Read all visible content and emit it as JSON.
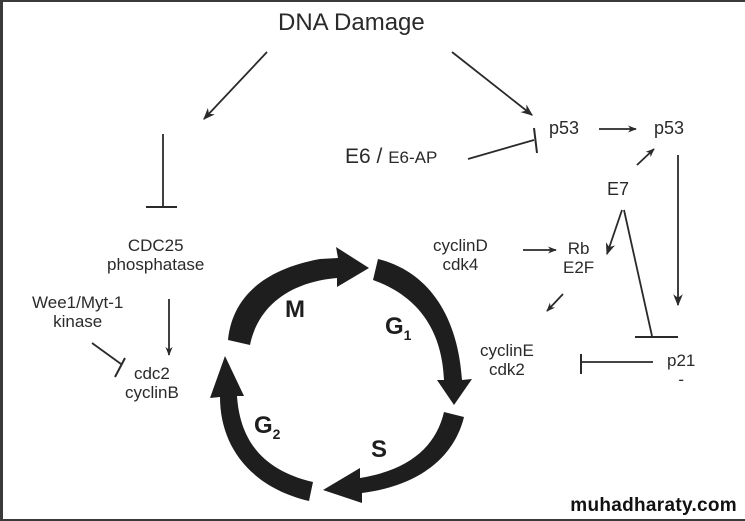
{
  "diagram": {
    "title": "DNA Damage",
    "nodes": {
      "p53_left": "p53",
      "p53_right": "p53",
      "e6_main": "E6 / ",
      "e6_ap": "E6-AP",
      "e7": "E7",
      "cdc25_line1": "CDC25",
      "cdc25_line2": "phosphatase",
      "wee1_line1": "Wee1/Myt-1",
      "wee1_line2": "kinase",
      "cdc2_line1": "cdc2",
      "cdc2_line2": "cyclinB",
      "cyclinD_line1": "cyclinD",
      "cyclinD_line2": "cdk4",
      "rb_line1": "Rb",
      "rb_line2": "E2F",
      "cyclinE_line1": "cyclinE",
      "cyclinE_line2": "cdk2",
      "p21_line1": "p21",
      "p21_line2": "-"
    },
    "cycle_phases": {
      "m": "M",
      "g1_base": "G",
      "g1_sub": "1",
      "s": "S",
      "g2_base": "G",
      "g2_sub": "2"
    },
    "edges": [
      {
        "from": "DNA Damage",
        "to": "CDC25 inhibition",
        "type": "activation"
      },
      {
        "from": "DNA Damage",
        "to": "p53",
        "type": "activation"
      },
      {
        "from": "E6 / E6-AP",
        "to": "p53",
        "type": "inhibition"
      },
      {
        "from": "p53",
        "to": "p53",
        "type": "activation"
      },
      {
        "from": "E7",
        "to": "p53",
        "type": "activation"
      },
      {
        "from": "E7",
        "to": "Rb E2F",
        "type": "activation"
      },
      {
        "from": "E7",
        "to": "p21",
        "type": "inhibition"
      },
      {
        "from": "p53",
        "to": "p21",
        "type": "activation"
      },
      {
        "from": "cyclinD cdk4",
        "to": "Rb E2F",
        "type": "activation"
      },
      {
        "from": "Rb E2F",
        "to": "cyclinE cdk2",
        "type": "activation"
      },
      {
        "from": "p21",
        "to": "cyclinE cdk2",
        "type": "inhibition"
      },
      {
        "from": "CDC25 phosphatase",
        "to": "cdc2 cyclinB",
        "type": "activation"
      },
      {
        "from": "Wee1/Myt-1 kinase",
        "to": "cdc2 cyclinB",
        "type": "inhibition"
      }
    ]
  },
  "watermark": "muhadharaty.com"
}
